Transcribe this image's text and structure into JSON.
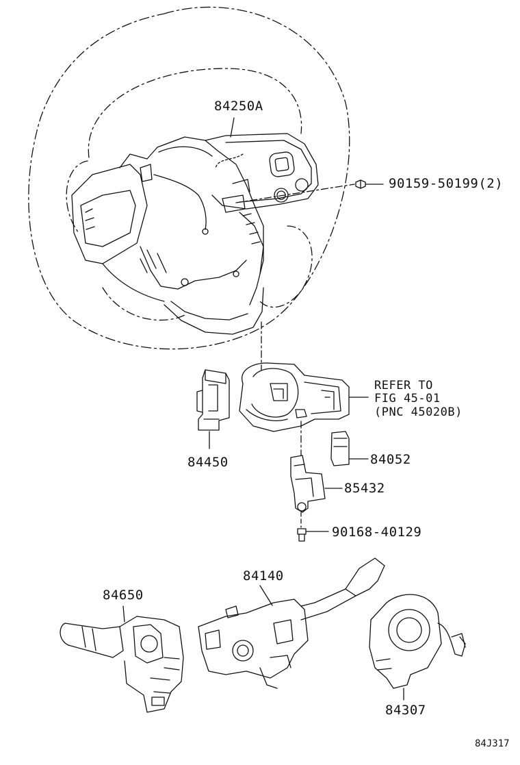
{
  "diagram": {
    "figure_code": "84J317",
    "colors": {
      "ink": "#111111",
      "background": "#ffffff"
    },
    "parts": {
      "steering_wheel": {
        "label": "84250A"
      },
      "screw_wheel": {
        "label": "90159-50199(2)"
      },
      "switch_84450": {
        "label": "84450"
      },
      "switch_84052": {
        "label": "84052"
      },
      "switch_85432": {
        "label": "85432"
      },
      "screw_85432": {
        "label": "90168-40129"
      },
      "wiper_switch": {
        "label": "84650"
      },
      "headlamp_switch": {
        "label": "84140"
      },
      "spiral_cable": {
        "label": "84307"
      }
    },
    "refer_note": {
      "line1": "REFER TO",
      "line2": "FIG 45-01",
      "line3": "(PNC 45020B)"
    }
  }
}
